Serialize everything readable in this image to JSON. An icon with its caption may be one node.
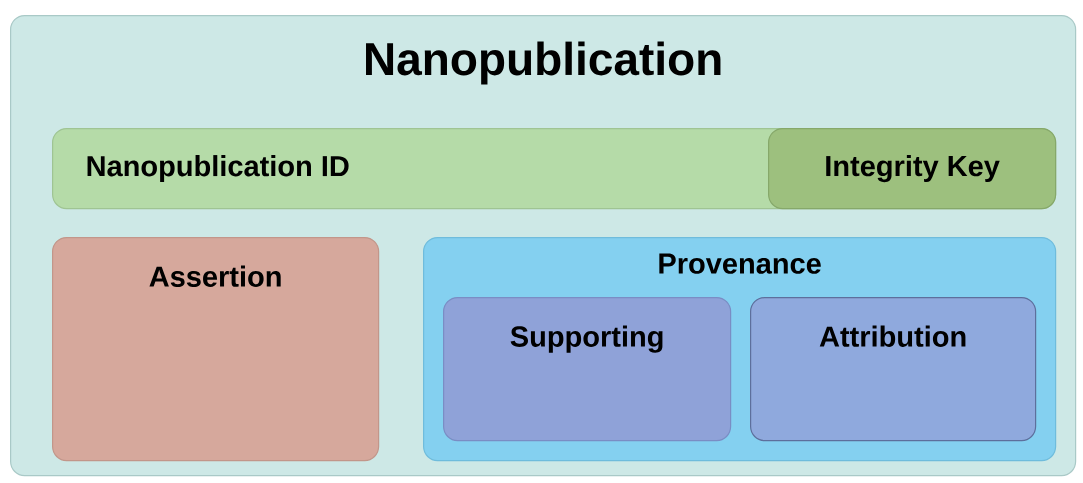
{
  "diagram": {
    "nodes": [
      {
        "text": [
          "Nanopublication"
        ]
      },
      {
        "text": [
          "Nanopublication ID"
        ],
        "in": 0
      },
      {
        "text": [
          "Integrity Key"
        ],
        "in": 1
      },
      {
        "text": [
          "Assertion"
        ],
        "in": 0
      },
      {
        "text": [
          "Provenance"
        ],
        "in": 0
      },
      {
        "text": [
          "Supporting"
        ],
        "in": 4
      },
      {
        "text": [
          "Attribution"
        ],
        "in": 4
      }
    ]
  }
}
